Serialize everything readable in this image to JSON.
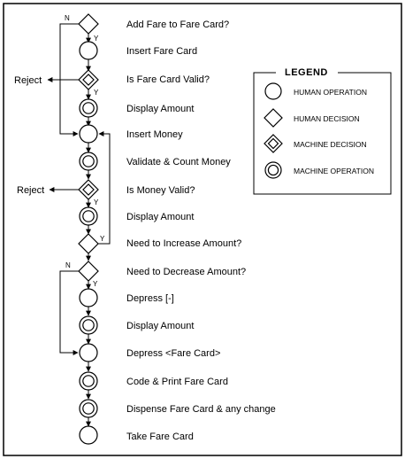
{
  "steps": [
    {
      "shape": "human-decision",
      "label": "Add Fare to Fare Card?"
    },
    {
      "shape": "human-operation",
      "label": "Insert Fare Card"
    },
    {
      "shape": "machine-decision",
      "label": "Is Fare Card Valid?"
    },
    {
      "shape": "machine-operation",
      "label": "Display Amount"
    },
    {
      "shape": "human-operation",
      "label": "Insert Money"
    },
    {
      "shape": "machine-operation",
      "label": "Validate & Count Money"
    },
    {
      "shape": "machine-decision",
      "label": "Is Money Valid?"
    },
    {
      "shape": "machine-operation",
      "label": "Display Amount"
    },
    {
      "shape": "human-decision",
      "label": "Need to Increase Amount?"
    },
    {
      "shape": "human-decision",
      "label": "Need to Decrease Amount?"
    },
    {
      "shape": "human-operation",
      "label": "Depress [-]"
    },
    {
      "shape": "machine-operation",
      "label": "Display Amount"
    },
    {
      "shape": "human-operation",
      "label": "Depress <Fare Card>"
    },
    {
      "shape": "machine-operation",
      "label": "Code & Print Fare Card"
    },
    {
      "shape": "machine-operation",
      "label": "Dispense Fare Card & any change"
    },
    {
      "shape": "human-operation",
      "label": "Take Fare Card"
    }
  ],
  "branch_labels": {
    "yes": "Y",
    "no": "N",
    "reject_1": "Reject",
    "reject_2": "Reject"
  },
  "legend": {
    "title": "LEGEND",
    "items": [
      {
        "shape": "human-operation",
        "label": "HUMAN OPERATION"
      },
      {
        "shape": "human-decision",
        "label": "HUMAN DECISION"
      },
      {
        "shape": "machine-decision",
        "label": "MACHINE DECISION"
      },
      {
        "shape": "machine-operation",
        "label": "MACHINE OPERATION"
      }
    ]
  }
}
